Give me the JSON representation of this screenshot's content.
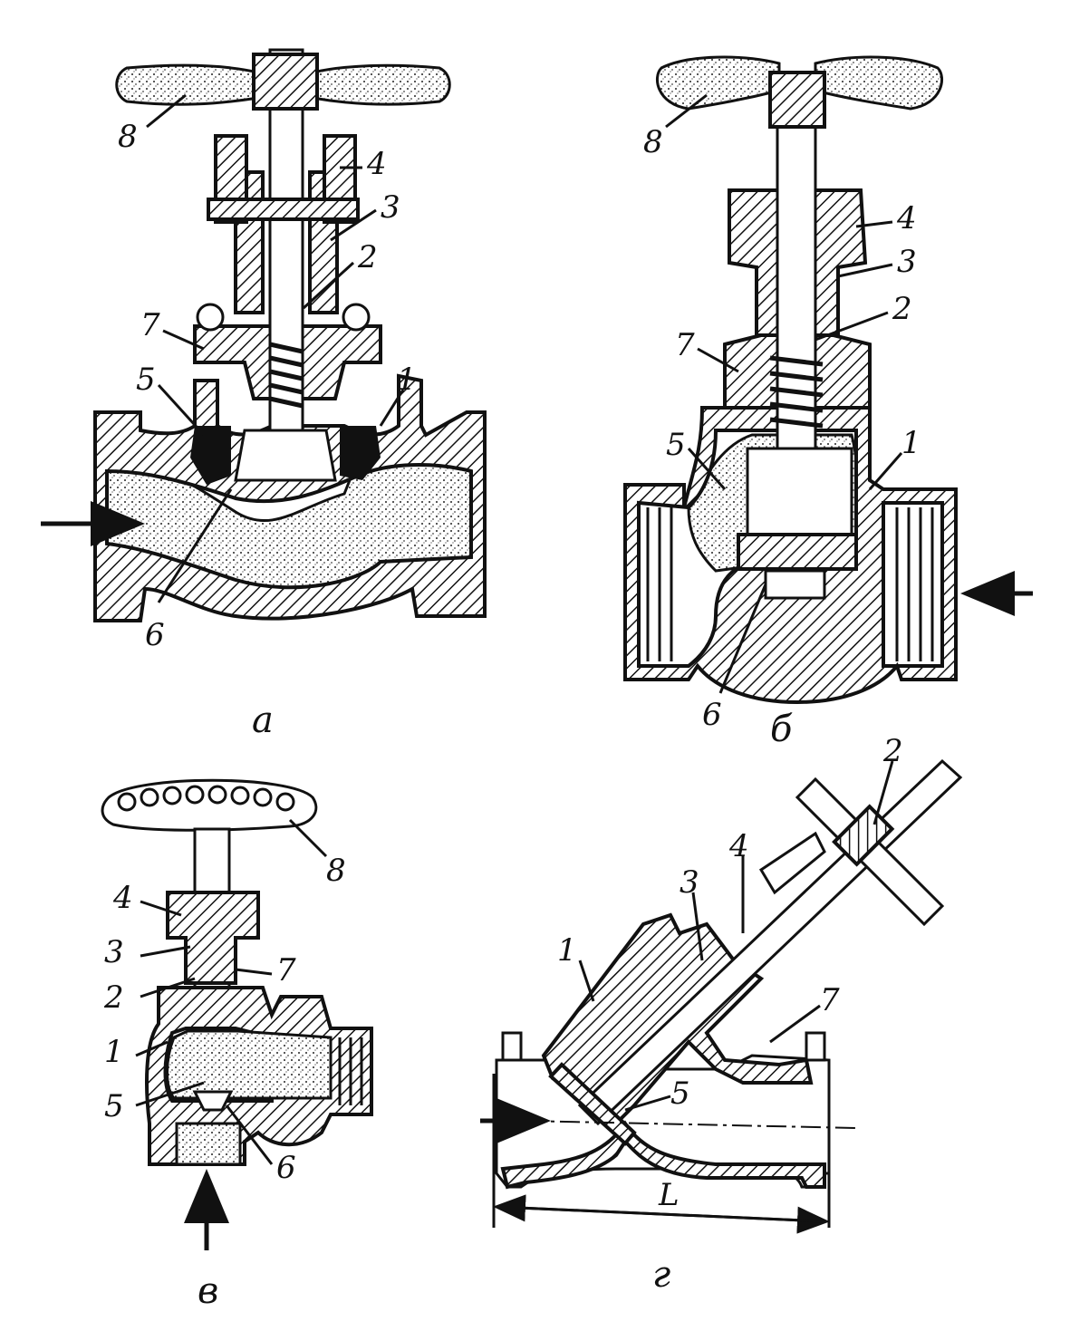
{
  "figures": [
    {
      "id": "a",
      "caption": "а",
      "labels": [
        "8",
        "4",
        "3",
        "2",
        "7",
        "5",
        "1",
        "6"
      ]
    },
    {
      "id": "b",
      "caption": "б",
      "labels": [
        "8",
        "4",
        "3",
        "2",
        "7",
        "5",
        "1",
        "6"
      ]
    },
    {
      "id": "v",
      "caption": "в",
      "labels": [
        "8",
        "4",
        "3",
        "2",
        "7",
        "1",
        "5",
        "6"
      ]
    },
    {
      "id": "g",
      "caption": "г",
      "labels": [
        "2",
        "4",
        "3",
        "1",
        "7",
        "5"
      ],
      "dimension": "L"
    }
  ]
}
